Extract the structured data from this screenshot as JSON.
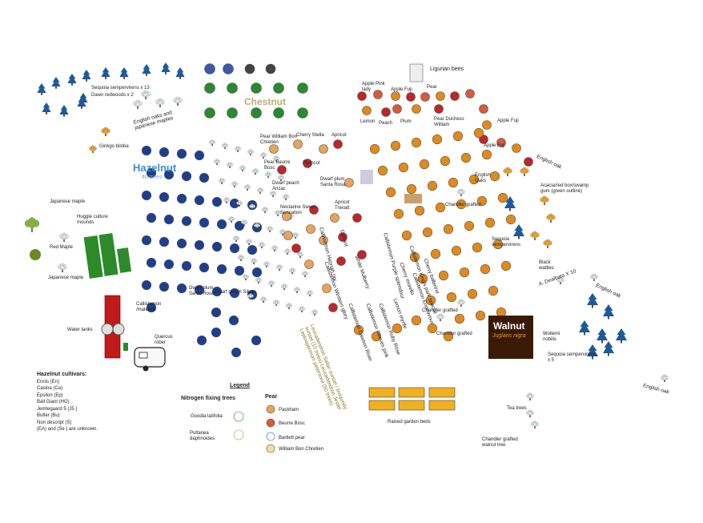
{
  "title_labels": {
    "chestnut": "Chestnut",
    "hazelnut": "Hazelnut",
    "hazelnut_count": "40 trees",
    "walnut": "Walnut",
    "walnut_species": "Juglans nigra",
    "ligurian_bees": "Ligurian bees"
  },
  "labels": {
    "sequoia_13": "Sequoia sempervirens x 13",
    "dawn_redwoods": "Dawn redwoods x 2",
    "english_oaks_maples": "English oaks and japanese maples",
    "ginkgo": "Ginkgo biloba",
    "japanese_maple_1": "Japanese maple",
    "huggle": "Huggle culture mounds",
    "red_maple": "Red Maple",
    "japanese_maple_2": "Japanese maple",
    "callistemon_maleluta": "Callistemon /maleluta",
    "water_tanks": "Water tanks",
    "quercus": "Quercus rober",
    "pear_william": "Pear William Bon Chretien",
    "cherry_stella": "Cherry Stella",
    "apricot_1": "Apricot",
    "pear_beurre": "Pear Beurre Bosc",
    "plumcot": "Plumcot",
    "dwarf_peach_anzac": "Dwarf peach Anzac",
    "dwarf_plum": "Dwarf plum Santa Rosa",
    "nectarine": "Nectarine Sweet Sensation",
    "apricot_trevatt": "Apricot Trevatt",
    "apple_pink": "Apple Pink lady",
    "apple_fuji_1": "Apple Fuji",
    "pear_top": "Pear",
    "lemon": "Lemon",
    "peach": "Peach",
    "plum": "Plum",
    "pear_duchess": "Pear Duchess William",
    "apple_fuji_2": "Apple Fuji",
    "apple_fuji_3": "Apple Fuji",
    "english_oak_1": "English oak",
    "english_oaks": "English Oaks",
    "acacia": "Acacia/red box/swamp gum (green outline)",
    "chandler_1": "Chandler grafted",
    "sequoia_mid": "Sequoia sempervirens",
    "black_wattles": "Black wattles",
    "a_dealbata": "A. Dealbata X 10",
    "english_oak_2": "English oak",
    "chandler_2": "Chandler grafted",
    "chandler_3": "Chandler grafted",
    "wollemi": "Wollemi nobilis",
    "sequoia_5": "Sequoia sempervirens x 5",
    "english_oak_3": "English oak",
    "tea_trees": "Tea trees",
    "chandler_walnut": "Chandler grafted walnut tree",
    "raised_beds": "Raised garden beds",
    "dwarf_plum_2": "Dwarf plum Santa Rosa",
    "dwarf_peach_2": "Dwarf peach Silvan",
    "currant": "Currant",
    "callistemon_hannah": "Callistemon Hannah ray",
    "white_mulberry": "White Mulberry",
    "callistemon_purple": "Callistemon Purple splendour",
    "callistemon_western": "Callistemon Western glory",
    "callistemon_dawson": "Callistemon Dawson River",
    "callistemon_ruby": "Callistemon Ruby Rose",
    "cherry_morello": "Cherry morello",
    "callistemon_king": "Callistemon King's park special",
    "callistemon_reeves": "Callistemon Reeves pink",
    "callistemon_endeavour": "Callistemon Endeavour",
    "lemon_myrtle": "Lemon myrtle",
    "cherry_ballerina": "Cherry ballerina",
    "leucadendron_note": "Leucadendron Safari sunset / burgundy sunset (10 trees) Leucadendron Jester Leptospermum petersonii (50 trees)"
  },
  "hazelnut_cultivars": {
    "heading": "Hazelnut cultivars:",
    "items": [
      "Ennis (En)",
      "Casina (Ca)",
      "Epsilon (Ep)",
      "Ball Giant (HG)",
      "Jemtegaard 5 (J5 )",
      "Butler (Bu)",
      "Non descript (S)",
      "(EA) and (Se ) are unknown."
    ]
  },
  "legend": {
    "heading": "Legend",
    "nitrogen_heading": "Nitrogen fixing trees",
    "nitrogen_items": [
      "Goodia latifolia",
      "Pultanea daphnoides"
    ],
    "pear_heading": "Pear",
    "pear_items": [
      "Packham",
      "Beurre Bosc",
      "Bartlett pear",
      "William Bon Chretien"
    ]
  },
  "colors": {
    "hazelnut": "#1d3f8f",
    "chestnut": "#2a8a2e",
    "walnut_tree": "#e08a1c",
    "walnut_box": "#3a1a05",
    "fruit_red": "#c0252a",
    "sequoia": "#1c5a9a",
    "huggle": "#2d8a2a",
    "tank": "#c01a1a",
    "raised_bed": "#f0b020"
  }
}
